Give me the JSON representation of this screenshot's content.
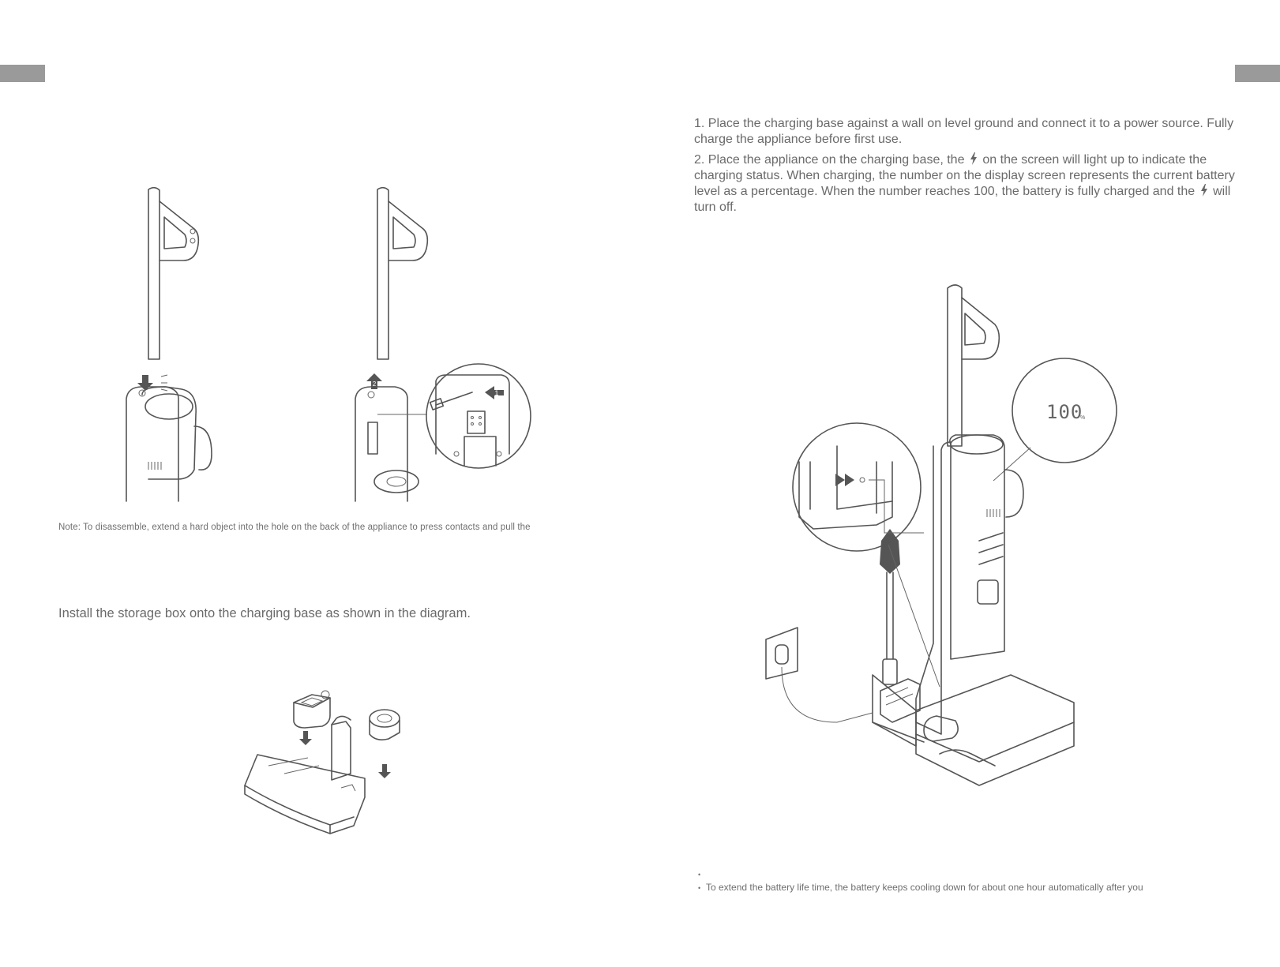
{
  "page": {
    "step1_text": "1. Place the charging base against a wall on level ground and connect it to a power source. Fully charge the appliance before first use.",
    "step2_part1": "2. Place the appliance on the charging base, the",
    "step2_part2": "on the screen will light up to indicate the charging status. When charging, the number on the display screen represents the current battery level as a percentage. When the number reaches 100, the battery is fully charged and the",
    "step2_part3": "will turn off.",
    "note_text": "Note: To disassemble, extend a hard object into the hole on the back of the appliance to press contacts and pull the",
    "install_text": "Install the storage box onto the charging base as shown in the diagram.",
    "bullet_1": "",
    "bullet_2": "To extend the battery life time, the battery keeps cooling down for about one hour automatically after you"
  },
  "diagram": {
    "display_reading": "100",
    "display_unit": "%",
    "callout_1": "1",
    "callout_2": "2"
  },
  "colors": {
    "tab_gray": "#9a9a9a",
    "line_gray": "#555555"
  },
  "icons": [
    "lightning-bolt-icon",
    "down-arrow-icon",
    "up-arrow-icon",
    "bullet-dot-icon"
  ]
}
